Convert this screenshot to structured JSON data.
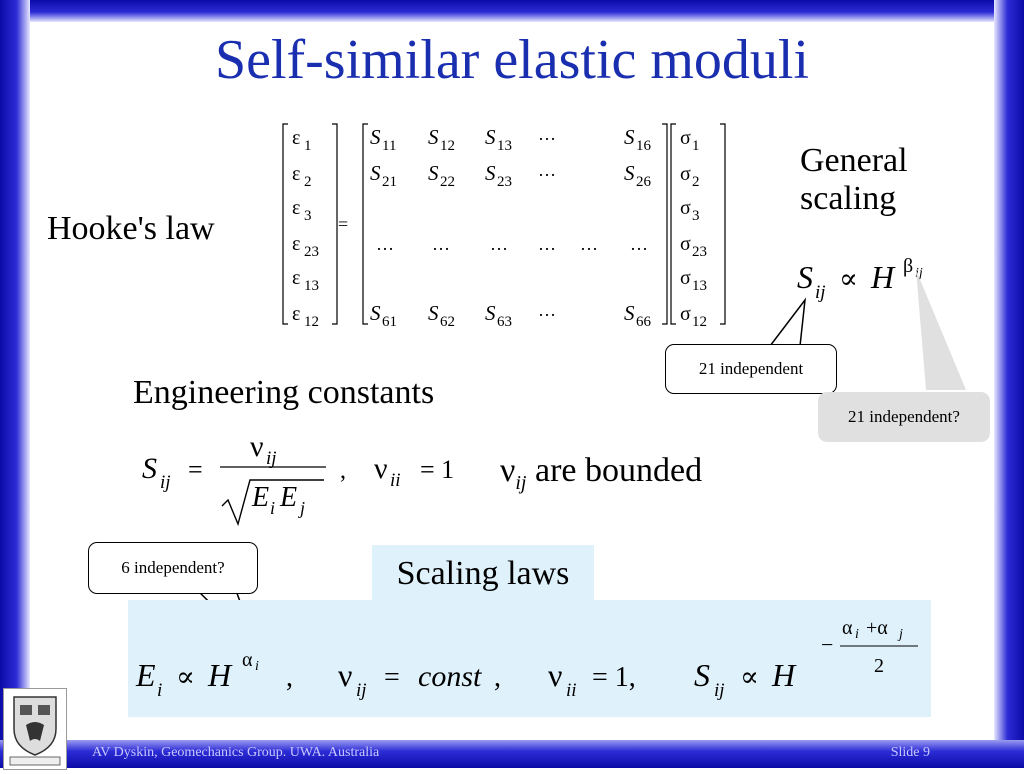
{
  "slide": {
    "title": "Self-similar elastic moduli",
    "hookes_law": "Hooke's law",
    "general_scaling": [
      "General",
      "scaling"
    ],
    "engineering_constants": "Engineering constants",
    "nu_bounded_text": "are bounded",
    "scaling_laws_label": "Scaling laws",
    "callout_21_independent": "21 independent",
    "callout_21_independent_q": "21 independent?",
    "callout_6_independent_q": "6 independent?",
    "footer_left": "AV Dyskin, Geomechanics Group. UWA. Australia",
    "footer_right": "Slide 9"
  },
  "matrix": {
    "strain": [
      "1",
      "2",
      "3",
      "23",
      "13",
      "12"
    ],
    "stress": [
      "1",
      "2",
      "3",
      "23",
      "13",
      "12"
    ],
    "rows": [
      [
        "11",
        "12",
        "13",
        "…",
        "16"
      ],
      [
        "21",
        "22",
        "23",
        "…",
        "26"
      ],
      [
        "…",
        "…",
        "…",
        "…",
        "…",
        "…"
      ],
      [
        "61",
        "62",
        "63",
        "…",
        "66"
      ]
    ]
  },
  "colors": {
    "title": "#1a2eb0",
    "frame": "#2c2cd6",
    "panel": "#dff1fb"
  }
}
